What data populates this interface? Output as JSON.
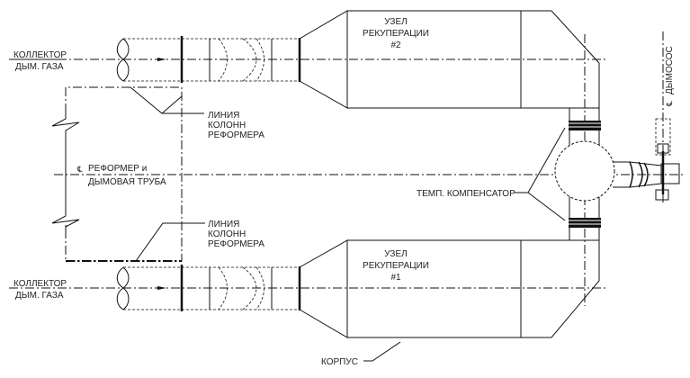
{
  "labels": {
    "collector_top": [
      "КОЛЛЕКТОР",
      "ДЫМ. ГАЗА"
    ],
    "collector_bottom": [
      "КОЛЛЕКТОР",
      "ДЫМ. ГАЗА"
    ],
    "column_line_top": [
      "ЛИНИЯ",
      "КОЛОНН",
      "РЕФОРМЕРА"
    ],
    "column_line_bottom": [
      "ЛИНИЯ",
      "КОЛОНН",
      "РЕФОРМЕРА"
    ],
    "reformer": [
      "РЕФОРМЕР и",
      "ДЫМОВАЯ ТРУБА"
    ],
    "recovery_2": [
      "УЗЕЛ",
      "РЕКУПЕРАЦИИ",
      "#2"
    ],
    "recovery_1": [
      "УЗЕЛ",
      "РЕКУПЕРАЦИИ",
      "#1"
    ],
    "compensator": "ТЕМП. КОМПЕНСАТОР",
    "casing": "КОРПУС",
    "fan": "ДЫМОСОС"
  }
}
